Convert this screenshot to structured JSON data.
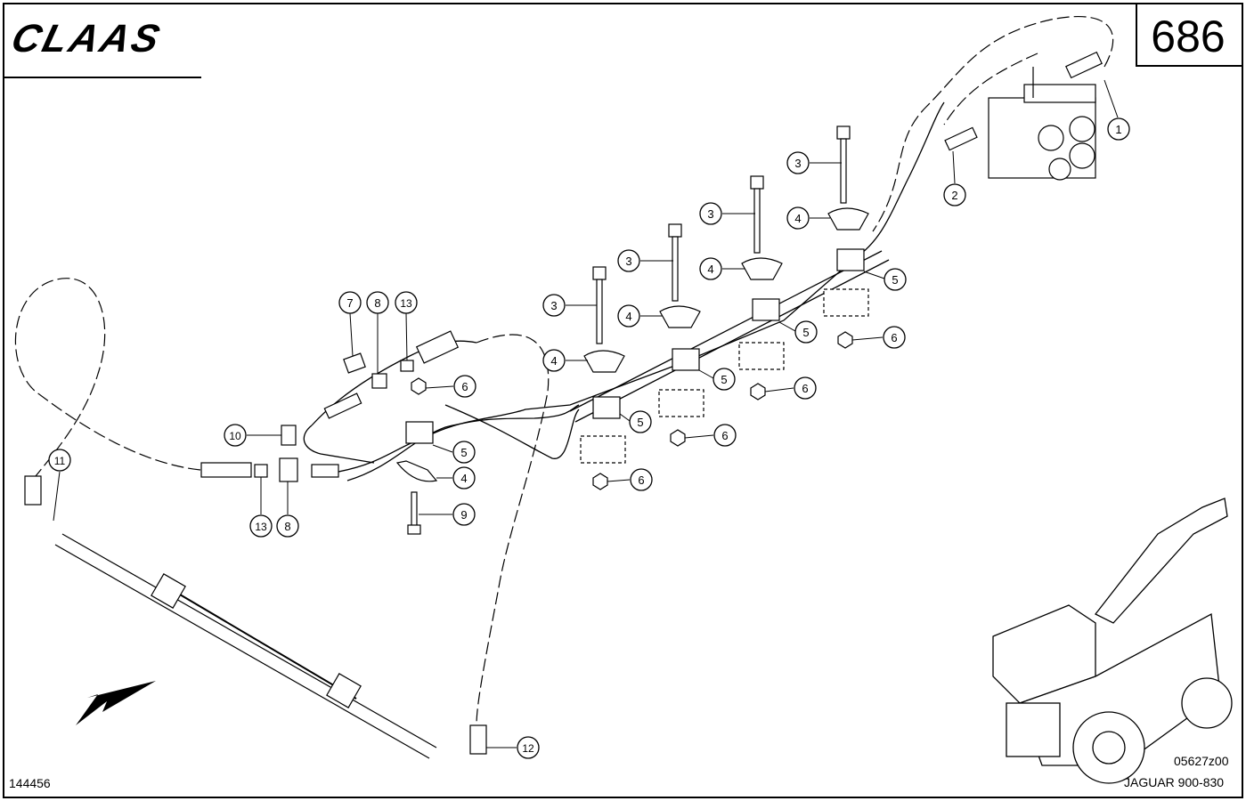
{
  "header": {
    "brand": "CLAAS",
    "page_number": "686"
  },
  "footer": {
    "left_code": "144456",
    "drawing_code": "05627z00",
    "model": "JAGUAR 900-830"
  },
  "callouts": [
    {
      "id": "c1",
      "label": "1"
    },
    {
      "id": "c2",
      "label": "2"
    },
    {
      "id": "c3a",
      "label": "3"
    },
    {
      "id": "c3b",
      "label": "3"
    },
    {
      "id": "c3c",
      "label": "3"
    },
    {
      "id": "c3d",
      "label": "3"
    },
    {
      "id": "c4a",
      "label": "4"
    },
    {
      "id": "c4b",
      "label": "4"
    },
    {
      "id": "c4c",
      "label": "4"
    },
    {
      "id": "c4d",
      "label": "4"
    },
    {
      "id": "c4e",
      "label": "4"
    },
    {
      "id": "c5a",
      "label": "5"
    },
    {
      "id": "c5b",
      "label": "5"
    },
    {
      "id": "c5c",
      "label": "5"
    },
    {
      "id": "c5d",
      "label": "5"
    },
    {
      "id": "c5e",
      "label": "5"
    },
    {
      "id": "c6a",
      "label": "6"
    },
    {
      "id": "c6b",
      "label": "6"
    },
    {
      "id": "c6c",
      "label": "6"
    },
    {
      "id": "c6d",
      "label": "6"
    },
    {
      "id": "c6e",
      "label": "6"
    },
    {
      "id": "c7",
      "label": "7"
    },
    {
      "id": "c8a",
      "label": "8"
    },
    {
      "id": "c8b",
      "label": "8"
    },
    {
      "id": "c9",
      "label": "9"
    },
    {
      "id": "c10",
      "label": "10"
    },
    {
      "id": "c11",
      "label": "11"
    },
    {
      "id": "c12",
      "label": "12"
    },
    {
      "id": "c13a",
      "label": "13"
    },
    {
      "id": "c13b",
      "label": "13"
    }
  ]
}
